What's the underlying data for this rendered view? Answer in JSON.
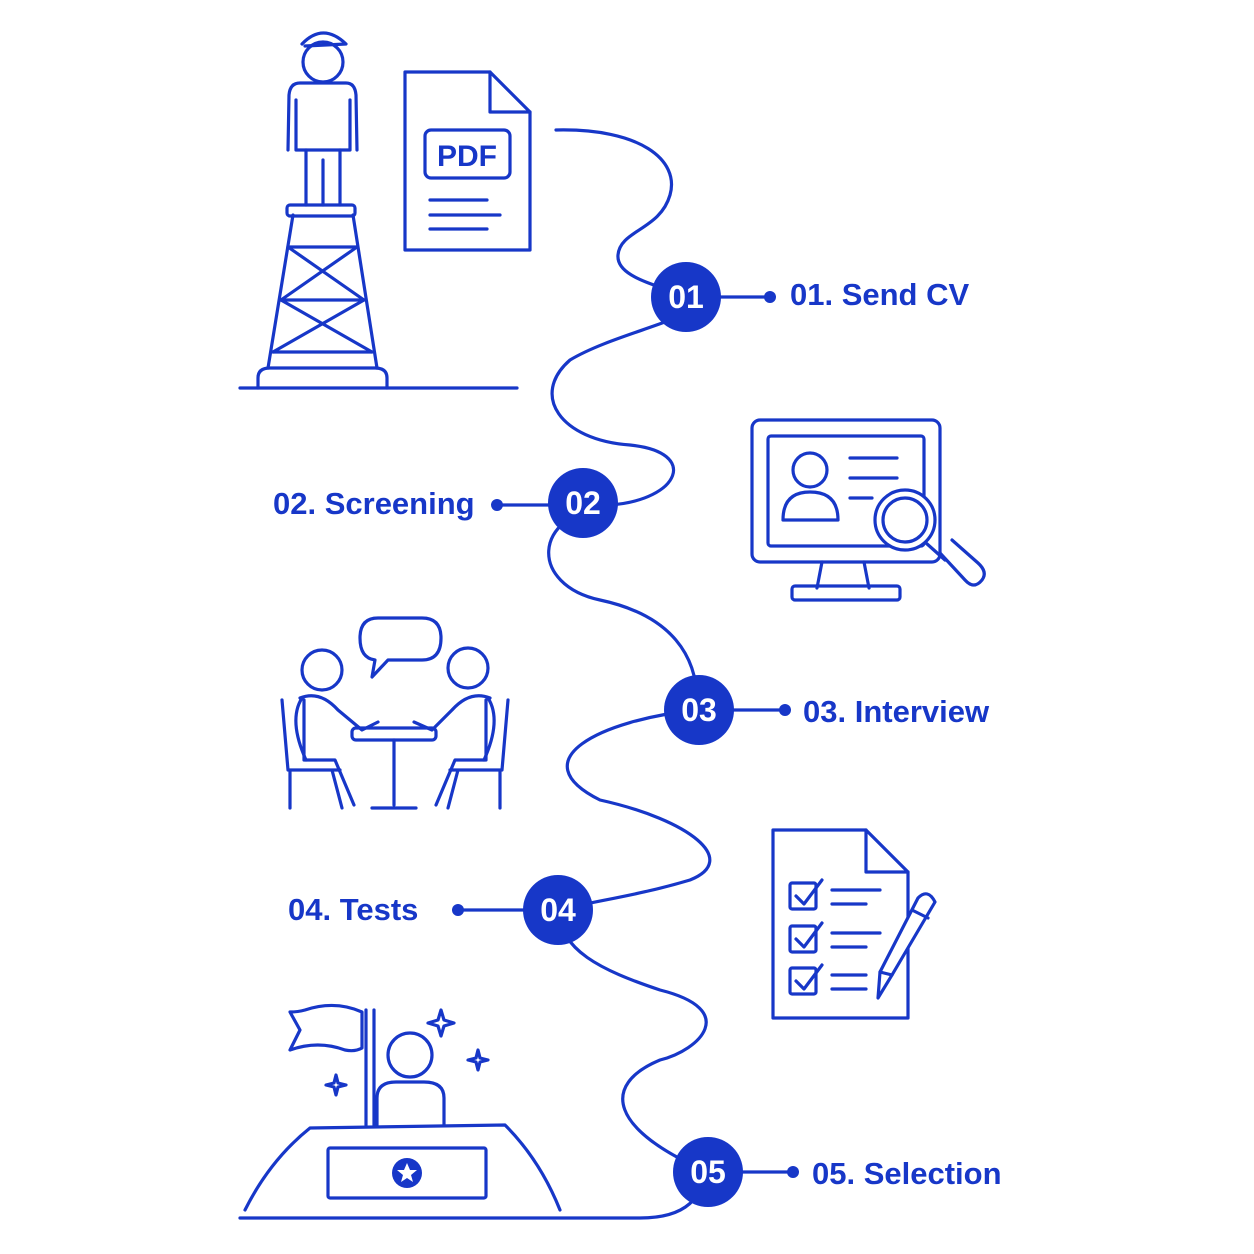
{
  "accent_color": "#1737C8",
  "background_color": "#FFFFFF",
  "steps": [
    {
      "badge": "01",
      "label": "01. Send CV",
      "icon": "person-on-tower-with-pdf-icon"
    },
    {
      "badge": "02",
      "label": "02. Screening",
      "icon": "monitor-profile-magnifier-icon"
    },
    {
      "badge": "03",
      "label": "03. Interview",
      "icon": "two-people-table-speech-bubble-icon"
    },
    {
      "badge": "04",
      "label": "04. Tests",
      "icon": "checklist-document-pencil-icon"
    },
    {
      "badge": "05",
      "label": "05. Selection",
      "icon": "person-on-podium-with-flag-icon"
    }
  ],
  "icons": {
    "pdf_label": "PDF"
  }
}
